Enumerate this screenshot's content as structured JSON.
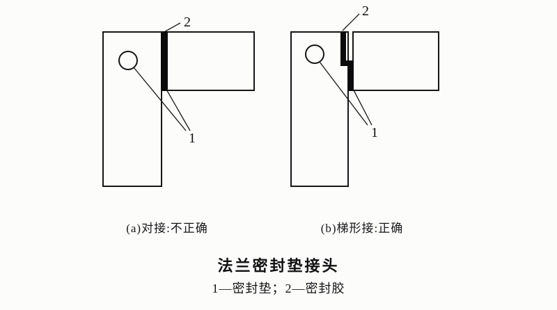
{
  "figure": {
    "title": "法兰密封垫接头",
    "legend": "1—密封垫；2—密封胶",
    "diagrams": {
      "a": {
        "caption": "(a)对接:不正确",
        "part_labels": {
          "gasket": "1",
          "sealant": "2"
        }
      },
      "b": {
        "caption": "(b)梯形接:正确",
        "part_labels": {
          "gasket": "1",
          "sealant": "2"
        }
      }
    },
    "colors": {
      "ink": "#151515",
      "gasket_fill": "#0b0b0b",
      "paper": "#fcfcfb"
    }
  }
}
